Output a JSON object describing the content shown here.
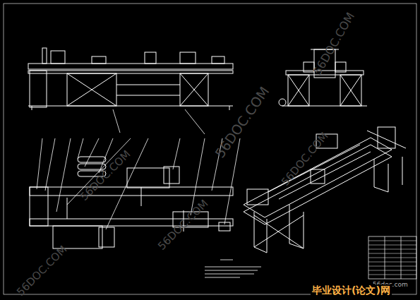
{
  "diagram": {
    "labels": [
      "56DOC.COM",
      "56DOC.COM",
      "56DOC.COM",
      "56DOC.COM",
      "56DOC.COM",
      "56DOC.COM",
      "56doc.com",
      "毕业设计(论文)网"
    ]
  }
}
